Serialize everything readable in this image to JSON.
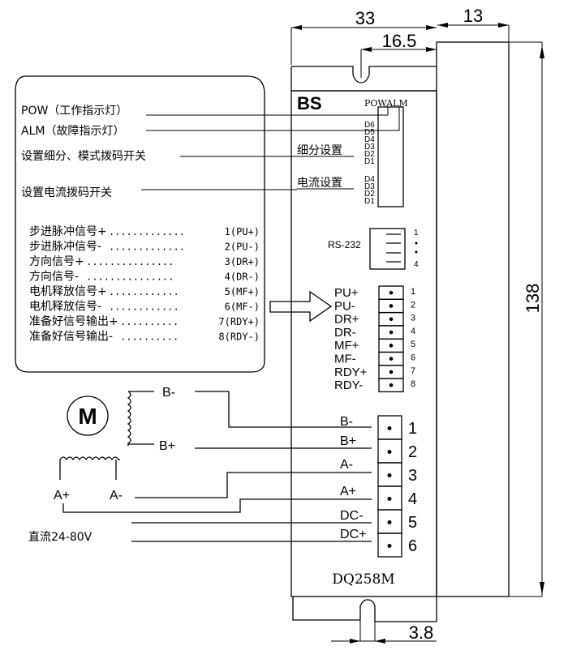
{
  "driver": {
    "brand": "BS",
    "model": "DQ258M",
    "led_labels": "POWALM",
    "subdivision_label": "细分设置",
    "current_label": "电流设置",
    "dip_subdivision": [
      "D6",
      "D5",
      "D4",
      "D3",
      "D2",
      "D1"
    ],
    "dip_current": [
      "D4",
      "D3",
      "D2",
      "D1"
    ],
    "rs232": {
      "label": "RS-232",
      "pin_first": "1",
      "pin_last": "4"
    }
  },
  "dimensions": {
    "width": "33",
    "slot_offset": "16.5",
    "depth": "13",
    "height": "138",
    "bottom_slot": "3.8"
  },
  "callouts": {
    "pow": "POW（工作指示灯）",
    "alm": "ALM（故障指示灯）",
    "subdivision_switch": "设置细分、模式拨码开关",
    "current_switch": "设置电流拨码开关"
  },
  "signal_list": [
    {
      "name": "步进脉冲信号+",
      "dots": " .............",
      "pin": "1(PU+)"
    },
    {
      "name": "步进脉冲信号-",
      "dots": " .............",
      "pin": "2(PU-)"
    },
    {
      "name": "方向信号+",
      "dots": "...............",
      "pin": "3(DR+)"
    },
    {
      "name": "方向信号-",
      "dots": "...............",
      "pin": "4(DR-)"
    },
    {
      "name": "电机释放信号+",
      "dots": "............",
      "pin": "5(MF+)"
    },
    {
      "name": "电机释放信号-",
      "dots": "............",
      "pin": "6(MF-)"
    },
    {
      "name": "准备好信号输出+",
      "dots": "..........",
      "pin": "7(RDY+)"
    },
    {
      "name": "准备好信号输出-",
      "dots": "..........",
      "pin": "8(RDY-)"
    }
  ],
  "control_terminal": {
    "labels": [
      "PU+",
      "PU-",
      "DR+",
      "DR-",
      "MF+",
      "MF-",
      "RDY+",
      "RDY-"
    ],
    "pins": [
      "1",
      "2",
      "3",
      "4",
      "5",
      "6",
      "7",
      "8"
    ]
  },
  "power_terminal": {
    "labels": [
      "B-",
      "B+",
      "A-",
      "A+",
      "DC-",
      "DC+"
    ],
    "pins": [
      "1",
      "2",
      "3",
      "4",
      "5",
      "6"
    ]
  },
  "motor": {
    "symbol": "M",
    "b_minus": "B-",
    "b_plus": "B+",
    "a_plus": "A+",
    "a_minus": "A-"
  },
  "power_supply": {
    "label": "直流24-80V"
  }
}
